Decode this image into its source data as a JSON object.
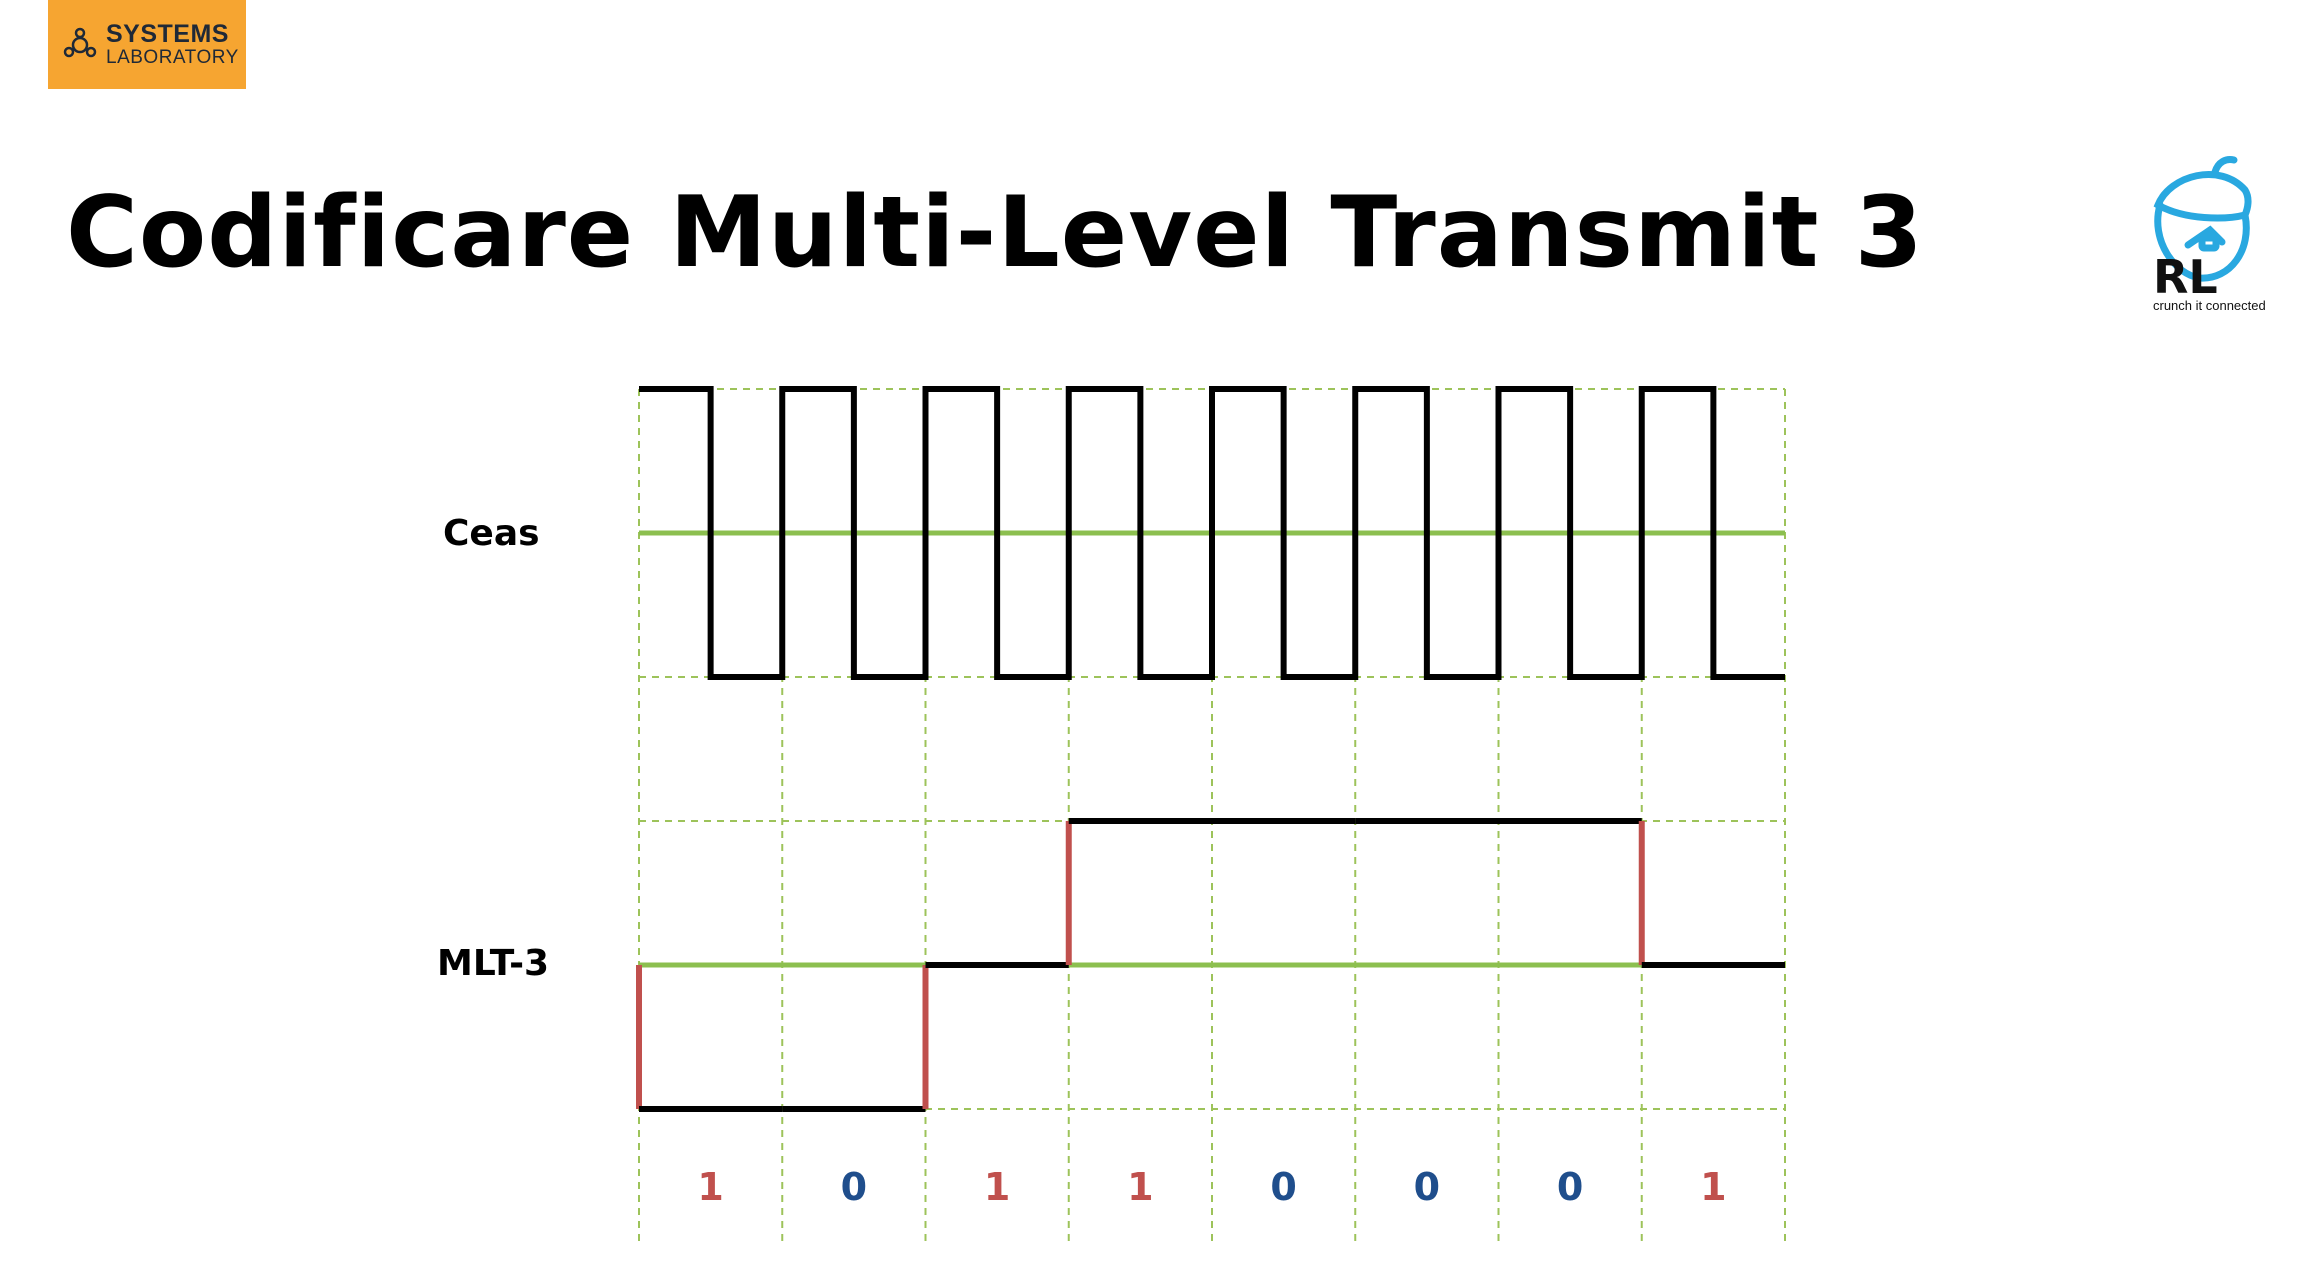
{
  "logo": {
    "line1": "SYSTEMS",
    "line2": "LABORATORY"
  },
  "title": "Codificare Multi-Level Transmit 3",
  "rl_logo": {
    "letters": "RL",
    "tagline": "crunch it connected"
  },
  "colors": {
    "logo_bg": "#f6a531",
    "grid": "#9dc35a",
    "baseline": "#8cbf4f",
    "signal": "#000000",
    "transition": "#c0504d",
    "bit_one": "#c0504d",
    "bit_zero": "#1f4e8c",
    "rl_icon": "#29a8e0"
  },
  "chart_data": {
    "type": "timing_diagram",
    "bits": [
      "1",
      "0",
      "1",
      "1",
      "0",
      "0",
      "0",
      "1"
    ],
    "clock": {
      "label": "Ceas",
      "periods_per_bit": 1,
      "duty": [
        1,
        0
      ]
    },
    "mlt3": {
      "label": "MLT-3",
      "levels": [
        -1,
        -1,
        0,
        1,
        1,
        1,
        1,
        0
      ],
      "initial_level": 0
    }
  }
}
